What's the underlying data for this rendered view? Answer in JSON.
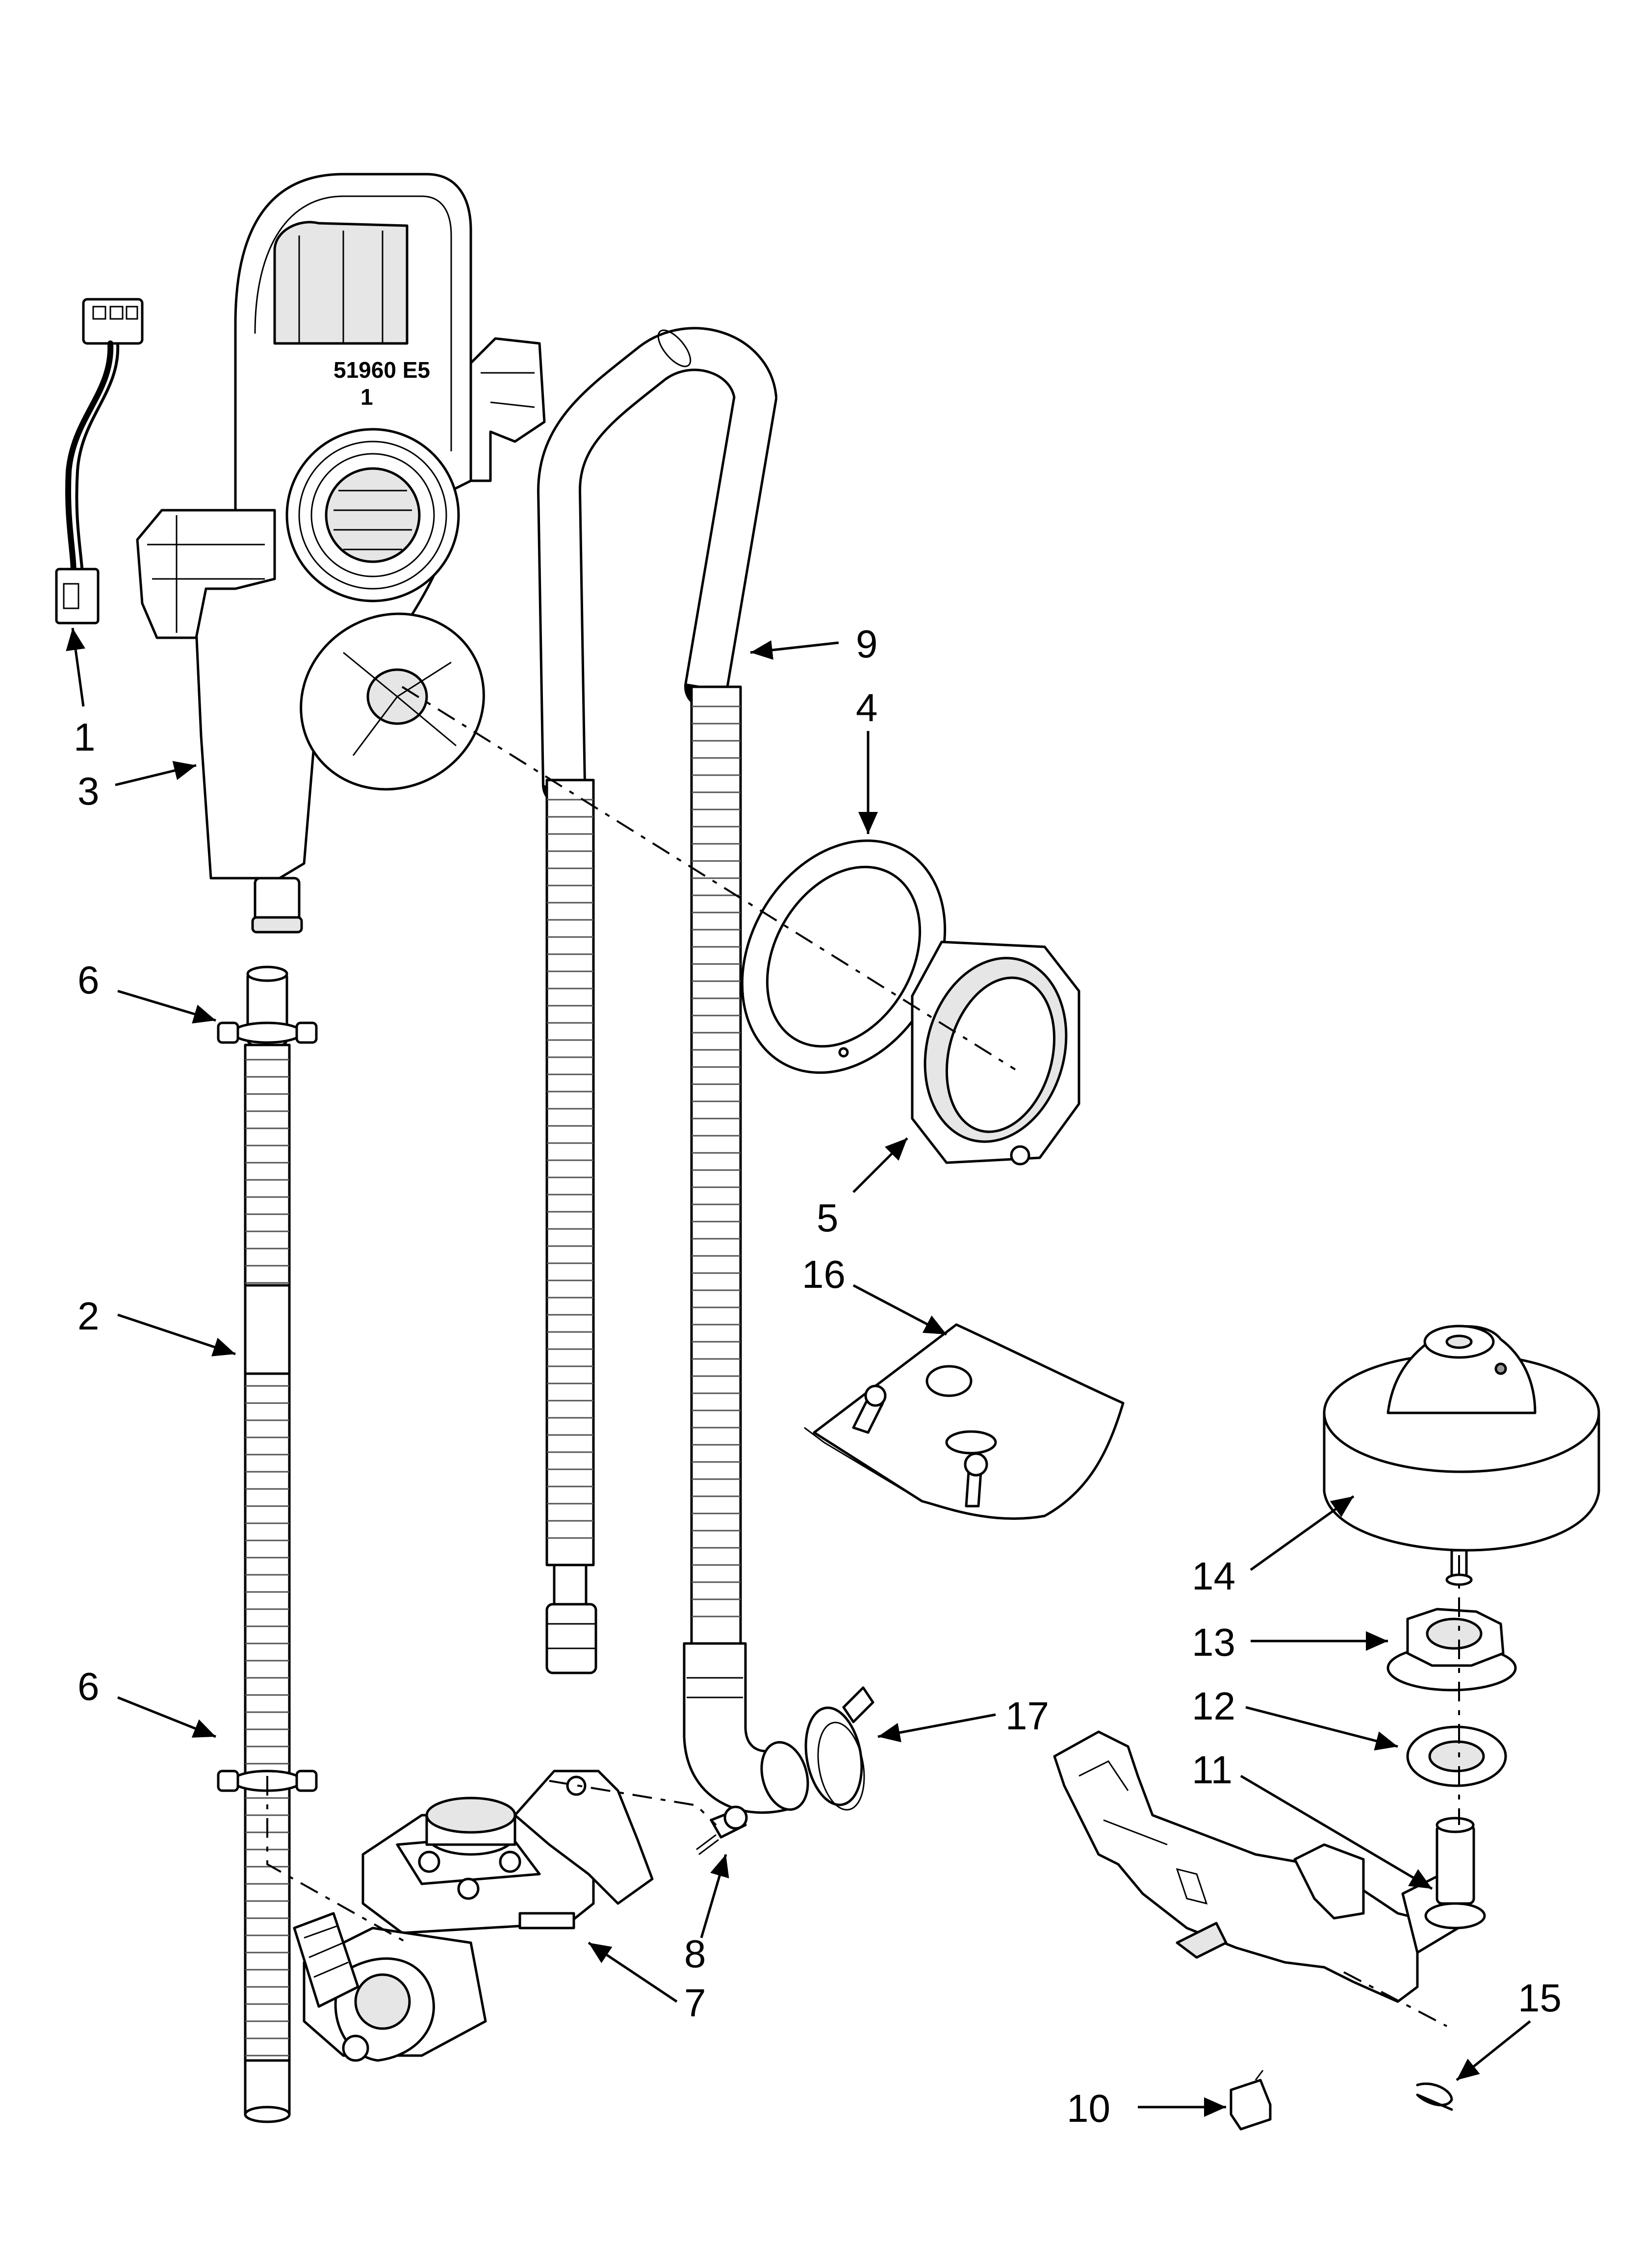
{
  "diagram": {
    "housing_stamp_line1": "51960 E5",
    "housing_stamp_line2": "1",
    "callouts": [
      "1",
      "2",
      "3",
      "4",
      "5",
      "6",
      "6",
      "7",
      "8",
      "9",
      "10",
      "11",
      "12",
      "13",
      "14",
      "15",
      "16",
      "17"
    ]
  }
}
